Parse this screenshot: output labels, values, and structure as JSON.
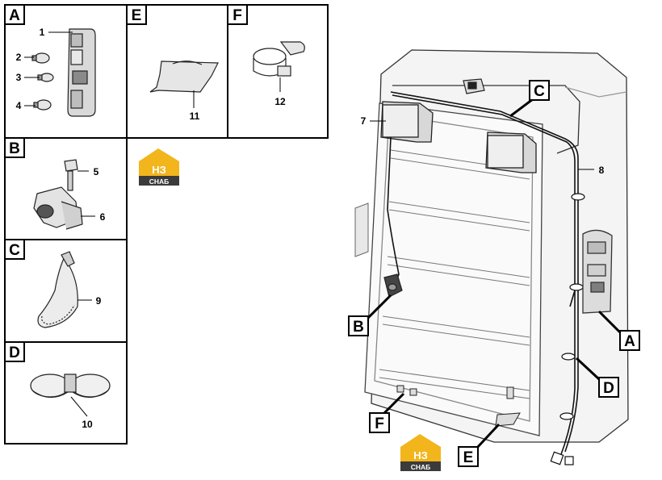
{
  "panels": [
    {
      "letter": "A",
      "parts": [
        "1",
        "2",
        "3",
        "4"
      ]
    },
    {
      "letter": "E",
      "parts": [
        "11"
      ]
    },
    {
      "letter": "F",
      "parts": [
        "12"
      ]
    },
    {
      "letter": "B",
      "parts": [
        "5",
        "6"
      ]
    },
    {
      "letter": "C",
      "parts": [
        "9"
      ]
    },
    {
      "letter": "D",
      "parts": [
        "10"
      ]
    }
  ],
  "main_callouts": {
    "part_7": "7",
    "part_8": "8",
    "box_C": "C",
    "box_B": "B",
    "box_A": "A",
    "box_D": "D",
    "box_F": "F",
    "box_E": "E"
  },
  "logo": {
    "mark": "НЗ",
    "word": "СНАБ",
    "colors": {
      "gold": "#f2b51c",
      "dark": "#3b3b3b"
    }
  }
}
